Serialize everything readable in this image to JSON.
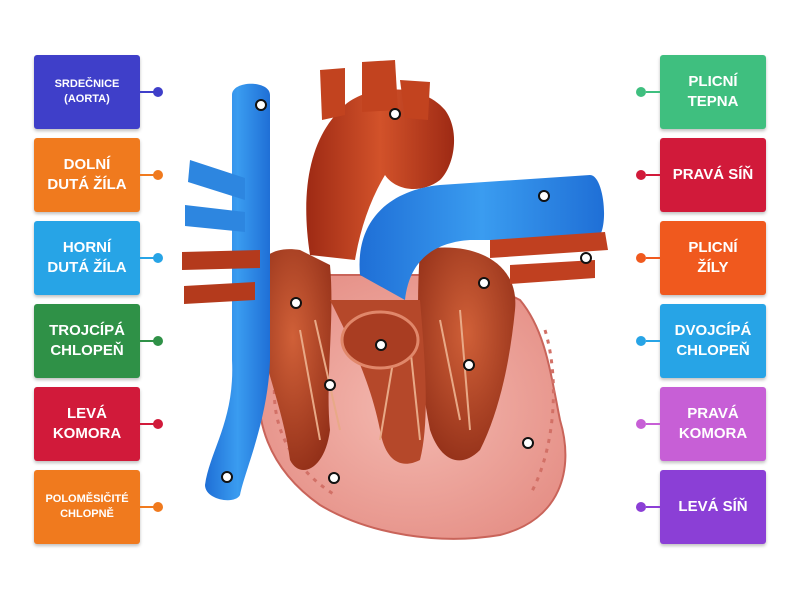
{
  "labels": [
    {
      "text": "SRDEČNICE\n(AORTA)",
      "color": "#3f3fc9",
      "side": "left",
      "row": 0
    },
    {
      "text": "DOLNÍ\nDUTÁ ŽÍLA",
      "color": "#f07a1e",
      "side": "left",
      "row": 1
    },
    {
      "text": "HORNÍ\nDUTÁ ŽÍLA",
      "color": "#27a4e6",
      "side": "left",
      "row": 2
    },
    {
      "text": "TROJCÍPÁ\nCHLOPEŇ",
      "color": "#2f9147",
      "side": "left",
      "row": 3
    },
    {
      "text": "LEVÁ\nKOMORA",
      "color": "#d11a3a",
      "side": "left",
      "row": 4
    },
    {
      "text": "POLOMĚSIČITÉ\nCHLOPNĚ",
      "color": "#f07a1e",
      "side": "left",
      "row": 5
    },
    {
      "text": "PLICNÍ\nTEPNA",
      "color": "#3fbf7f",
      "side": "right",
      "row": 0
    },
    {
      "text": "PRAVÁ SÍŇ",
      "color": "#d11a3a",
      "side": "right",
      "row": 1
    },
    {
      "text": "PLICNÍ\nŽÍLY",
      "color": "#f0591e",
      "side": "right",
      "row": 2
    },
    {
      "text": "DVOJCÍPÁ\nCHLOPEŇ",
      "color": "#27a4e6",
      "side": "right",
      "row": 3
    },
    {
      "text": "PRAVÁ\nKOMORA",
      "color": "#c75fd6",
      "side": "right",
      "row": 4
    },
    {
      "text": "LEVÁ SÍŇ",
      "color": "#8b3fd6",
      "side": "right",
      "row": 5
    }
  ]
}
